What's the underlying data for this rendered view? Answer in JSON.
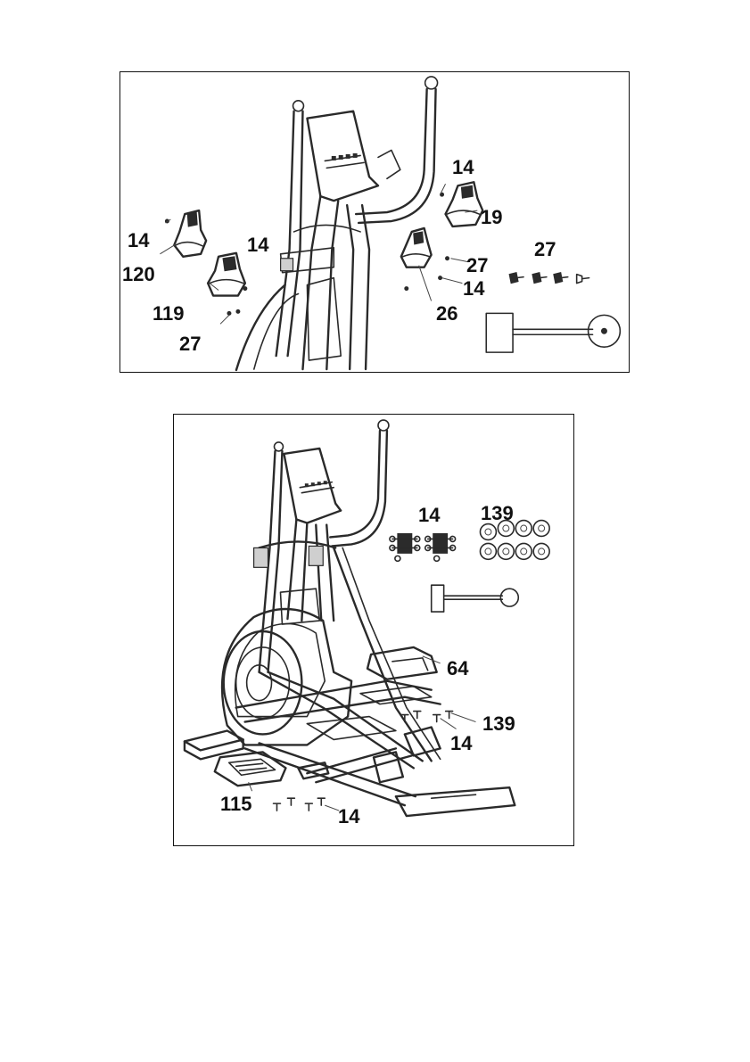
{
  "top_panel": {
    "callouts": {
      "c14_left": "14",
      "c120": "120",
      "c14_mid": "14",
      "c119": "119",
      "c27_left": "27",
      "c14_right_top": "14",
      "c19": "19",
      "c27_right_top": "27",
      "c27_mid": "27",
      "c14_right_mid": "14",
      "c26": "26"
    }
  },
  "bottom_panel": {
    "callouts": {
      "c14_kit": "14",
      "c139_kit": "139",
      "c64": "64",
      "c139_mid": "139",
      "c14_mid": "14",
      "c115": "115",
      "c14_bottom": "14"
    }
  }
}
